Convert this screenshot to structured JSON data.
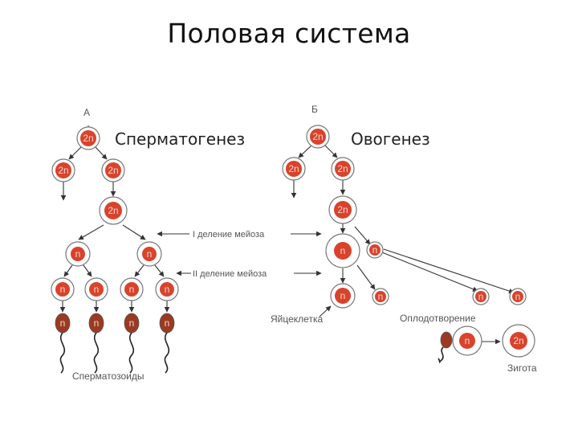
{
  "title": "Половая система",
  "panel_a": {
    "letter": "А",
    "heading": "Сперматогенез",
    "footer": "Сперматозоиды"
  },
  "panel_b": {
    "letter": "Б",
    "heading": "Овогенез",
    "egg_label": "Яйцеклетка",
    "fert_label": "Оплодотворение",
    "zygote_label": "Зигота"
  },
  "stages": {
    "meiosis_1": "I деление мейоза",
    "meiosis_2": "II деление мейоза"
  },
  "ploidy": {
    "diploid": "2n",
    "haploid": "n"
  },
  "colors": {
    "nucleus": "#d9432c",
    "sperm_head": "#9b3a22",
    "cell_outline": "#777777"
  }
}
